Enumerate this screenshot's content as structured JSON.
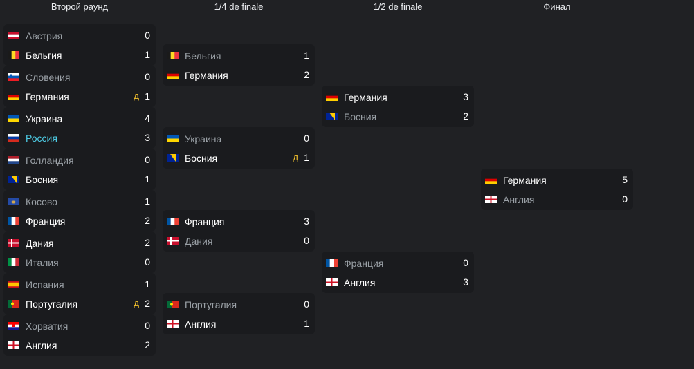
{
  "rounds": [
    "Второй раунд",
    "1/4 de finale",
    "1/2 de finale",
    "Финал"
  ],
  "matches": [
    {
      "r": 0,
      "teams": [
        {
          "name": "Австрия",
          "flag": "austria-flag",
          "score": "0",
          "state": "lose"
        },
        {
          "name": "Бельгия",
          "flag": "belgium-flag",
          "score": "1",
          "state": "win"
        }
      ]
    },
    {
      "r": 0,
      "teams": [
        {
          "name": "Словения",
          "flag": "slovenia-flag",
          "score": "0",
          "state": "lose"
        },
        {
          "name": "Германия",
          "flag": "germany-flag",
          "score": "1",
          "state": "win",
          "mark": "д"
        }
      ]
    },
    {
      "r": 0,
      "teams": [
        {
          "name": "Украина",
          "flag": "ukraine-flag",
          "score": "4",
          "state": "win"
        },
        {
          "name": "Россия",
          "flag": "russia-flag",
          "score": "3",
          "state": "hl"
        }
      ]
    },
    {
      "r": 0,
      "teams": [
        {
          "name": "Голландия",
          "flag": "netherlands-flag",
          "score": "0",
          "state": "lose"
        },
        {
          "name": "Босния",
          "flag": "bosnia-flag",
          "score": "1",
          "state": "win"
        }
      ]
    },
    {
      "r": 0,
      "teams": [
        {
          "name": "Косово",
          "flag": "kosovo-flag",
          "score": "1",
          "state": "lose"
        },
        {
          "name": "Франция",
          "flag": "france-flag",
          "score": "2",
          "state": "win"
        }
      ]
    },
    {
      "r": 0,
      "teams": [
        {
          "name": "Дания",
          "flag": "denmark-flag",
          "score": "2",
          "state": "win"
        },
        {
          "name": "Италия",
          "flag": "italy-flag",
          "score": "0",
          "state": "lose"
        }
      ]
    },
    {
      "r": 0,
      "teams": [
        {
          "name": "Испания",
          "flag": "spain-flag",
          "score": "1",
          "state": "lose"
        },
        {
          "name": "Португалия",
          "flag": "portugal-flag",
          "score": "2",
          "state": "win",
          "mark": "д"
        }
      ]
    },
    {
      "r": 0,
      "teams": [
        {
          "name": "Хорватия",
          "flag": "croatia-flag",
          "score": "0",
          "state": "lose"
        },
        {
          "name": "Англия",
          "flag": "england-flag",
          "score": "2",
          "state": "win"
        }
      ]
    },
    {
      "r": 1,
      "teams": [
        {
          "name": "Бельгия",
          "flag": "belgium-flag",
          "score": "1",
          "state": "lose"
        },
        {
          "name": "Германия",
          "flag": "germany-flag",
          "score": "2",
          "state": "win"
        }
      ]
    },
    {
      "r": 1,
      "teams": [
        {
          "name": "Украина",
          "flag": "ukraine-flag",
          "score": "0",
          "state": "lose"
        },
        {
          "name": "Босния",
          "flag": "bosnia-flag",
          "score": "1",
          "state": "win",
          "mark": "д"
        }
      ]
    },
    {
      "r": 1,
      "teams": [
        {
          "name": "Франция",
          "flag": "france-flag",
          "score": "3",
          "state": "win"
        },
        {
          "name": "Дания",
          "flag": "denmark-flag",
          "score": "0",
          "state": "lose"
        }
      ]
    },
    {
      "r": 1,
      "teams": [
        {
          "name": "Португалия",
          "flag": "portugal-flag",
          "score": "0",
          "state": "lose"
        },
        {
          "name": "Англия",
          "flag": "england-flag",
          "score": "1",
          "state": "win"
        }
      ]
    },
    {
      "r": 2,
      "teams": [
        {
          "name": "Германия",
          "flag": "germany-flag",
          "score": "3",
          "state": "win"
        },
        {
          "name": "Босния",
          "flag": "bosnia-flag",
          "score": "2",
          "state": "lose"
        }
      ]
    },
    {
      "r": 2,
      "teams": [
        {
          "name": "Франция",
          "flag": "france-flag",
          "score": "0",
          "state": "lose"
        },
        {
          "name": "Англия",
          "flag": "england-flag",
          "score": "3",
          "state": "win"
        }
      ]
    },
    {
      "r": 3,
      "teams": [
        {
          "name": "Германия",
          "flag": "germany-flag",
          "score": "5",
          "state": "win"
        },
        {
          "name": "Англия",
          "flag": "england-flag",
          "score": "0",
          "state": "lose"
        }
      ]
    }
  ]
}
